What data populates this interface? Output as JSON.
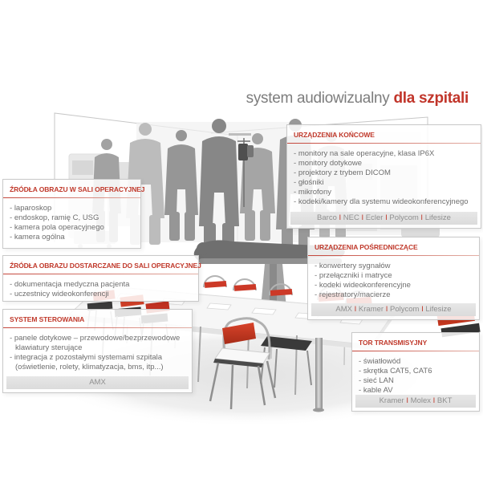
{
  "title": {
    "normal": "system audiowizualny",
    "accent": "dla szpitali"
  },
  "colors": {
    "accent_red": "#c0392b",
    "item_text_gray": "#6e6e6e",
    "bar_bg_gray": "#e0e0e0",
    "chair_red": "#c93b27"
  },
  "boxes": {
    "sources_in_or": {
      "header": "ŹRÓDŁA OBRAZU W SALI OPERACYJNEJ",
      "items": [
        "laparoskop",
        "endoskop, ramię C, USG",
        "kamera pola operacyjnego",
        "kamera ogólna"
      ]
    },
    "sources_delivered": {
      "header": "ŹRÓDŁA OBRAZU DOSTARCZANE DO SALI OPERACYJNEJ",
      "items": [
        "dokumentacja medyczna pacjenta",
        "uczestnicy wideokonferencji"
      ]
    },
    "control_system": {
      "header": "SYSTEM STEROWANIA",
      "items": [
        "panele dotykowe – przewodowe/bezprzewodowe klawiatury sterujące",
        "integracja z pozostałymi systemami szpitala (oświetlenie, rolety, klimatyzacja, bms, itp...)"
      ],
      "brands": [
        "AMX"
      ]
    },
    "terminal_devices": {
      "header": "URZĄDZENIA KOŃCOWE",
      "items": [
        "monitory na sale operacyjne, klasa IP6X",
        "monitory dotykowe",
        "projektory z trybem DICOM",
        "głośniki",
        "mikrofony",
        "kodeki/kamery dla systemu wideokonferencyjnego"
      ],
      "brands": [
        "Barco",
        "NEC",
        "Ecler",
        "Polycom",
        "Lifesize"
      ]
    },
    "intermediary_devices": {
      "header": "URZĄDZENIA POŚREDNICZĄCE",
      "items": [
        "konwertery sygnałów",
        "przełączniki i matryce",
        "kodeki wideokonferencyjne",
        "rejestratory/macierze"
      ],
      "brands": [
        "AMX",
        "Kramer",
        "Polycom",
        "Lifesize"
      ]
    },
    "transmission_path": {
      "header": "TOR TRANSMISYJNY",
      "items": [
        "światłowód",
        "skrętka CAT5, CAT6",
        "sieć LAN",
        "kable AV"
      ],
      "brands": [
        "Kramer",
        "Molex",
        "BKT"
      ]
    }
  }
}
